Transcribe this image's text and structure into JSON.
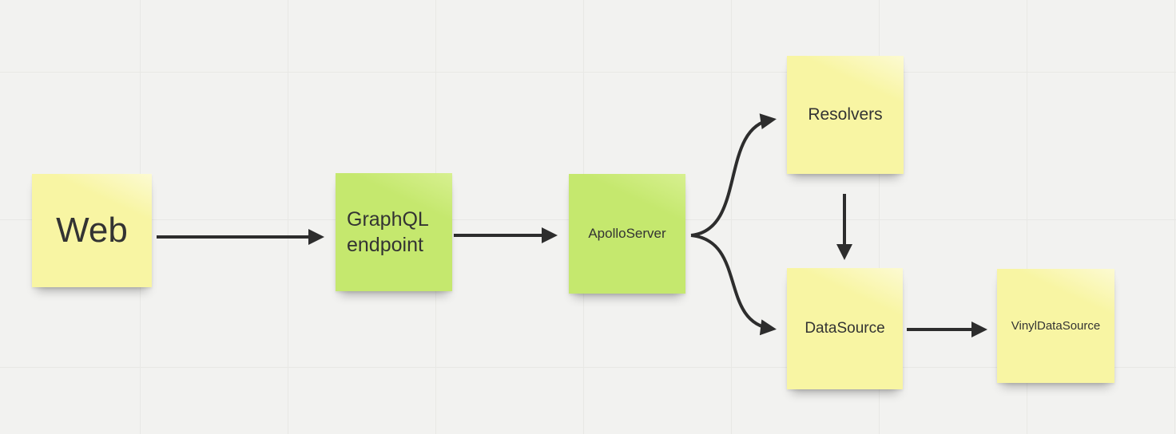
{
  "diagram": {
    "type": "flowchart",
    "nodes": {
      "web": {
        "label": "Web",
        "shape": "sticky-note",
        "color": "yellow"
      },
      "graphql_endpoint": {
        "label": "GraphQL endpoint",
        "shape": "sticky-note",
        "color": "green"
      },
      "apollo_server": {
        "label": "ApolloServer",
        "shape": "sticky-note",
        "color": "green"
      },
      "resolvers": {
        "label": "Resolvers",
        "shape": "sticky-note",
        "color": "yellow"
      },
      "datasource": {
        "label": "DataSource",
        "shape": "sticky-note",
        "color": "yellow"
      },
      "vinyl_datasource": {
        "label": "VinylDataSource",
        "shape": "sticky-note",
        "color": "yellow"
      }
    },
    "edges": [
      {
        "from": "web",
        "to": "graphql_endpoint",
        "style": "straight-arrow"
      },
      {
        "from": "graphql_endpoint",
        "to": "apollo_server",
        "style": "straight-arrow"
      },
      {
        "from": "apollo_server",
        "to": "resolvers",
        "style": "curved-arrow"
      },
      {
        "from": "apollo_server",
        "to": "datasource",
        "style": "curved-arrow"
      },
      {
        "from": "resolvers",
        "to": "datasource",
        "style": "straight-arrow"
      },
      {
        "from": "datasource",
        "to": "vinyl_datasource",
        "style": "straight-arrow"
      }
    ]
  },
  "colors": {
    "background": "#f2f2f0",
    "grid_line": "#e8e8e5",
    "yellow_note": "#f8f5a3",
    "yellow_note_light": "#fcfad2",
    "green_note": "#c5e86e",
    "green_note_light": "#d7f090",
    "arrow": "#2d2d2d",
    "text": "#333333"
  }
}
